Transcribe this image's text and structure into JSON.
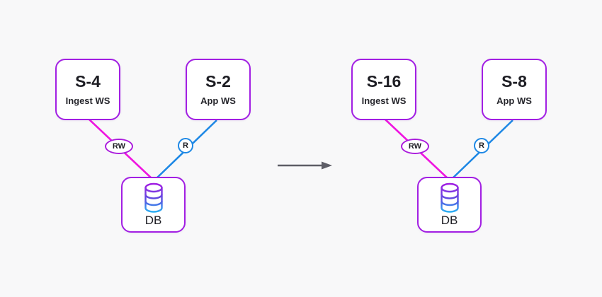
{
  "page": {
    "background": "#f8f8f9",
    "description": "Before/after scaling diagram: workstation nodes connected to a database"
  },
  "colors": {
    "node_border_purple": "#a21fe3",
    "edge_magenta": "#ef16e0",
    "edge_blue": "#1e88e5",
    "badge_purple": "#ab1ddd",
    "arrow_gray": "#5d5d66",
    "text_dark": "#1d1d23",
    "db_icon_top": "#a21fe3",
    "db_icon_mid": "#5b4de0",
    "db_icon_bottom": "#2bb1f2"
  },
  "icons": {
    "database": "database-icon",
    "transition": "arrow-right-icon"
  },
  "diagrams": [
    {
      "name": "before-scaling",
      "ingest_node": {
        "title": "S-4",
        "subtitle": "Ingest WS"
      },
      "app_node": {
        "title": "S-2",
        "subtitle": "App WS"
      },
      "db_node": {
        "label": "DB"
      },
      "edges": {
        "ingest_db": "RW",
        "app_db": "R"
      }
    },
    {
      "name": "after-scaling",
      "ingest_node": {
        "title": "S-16",
        "subtitle": "Ingest WS"
      },
      "app_node": {
        "title": "S-8",
        "subtitle": "App WS"
      },
      "db_node": {
        "label": "DB"
      },
      "edges": {
        "ingest_db": "RW",
        "app_db": "R"
      }
    }
  ]
}
